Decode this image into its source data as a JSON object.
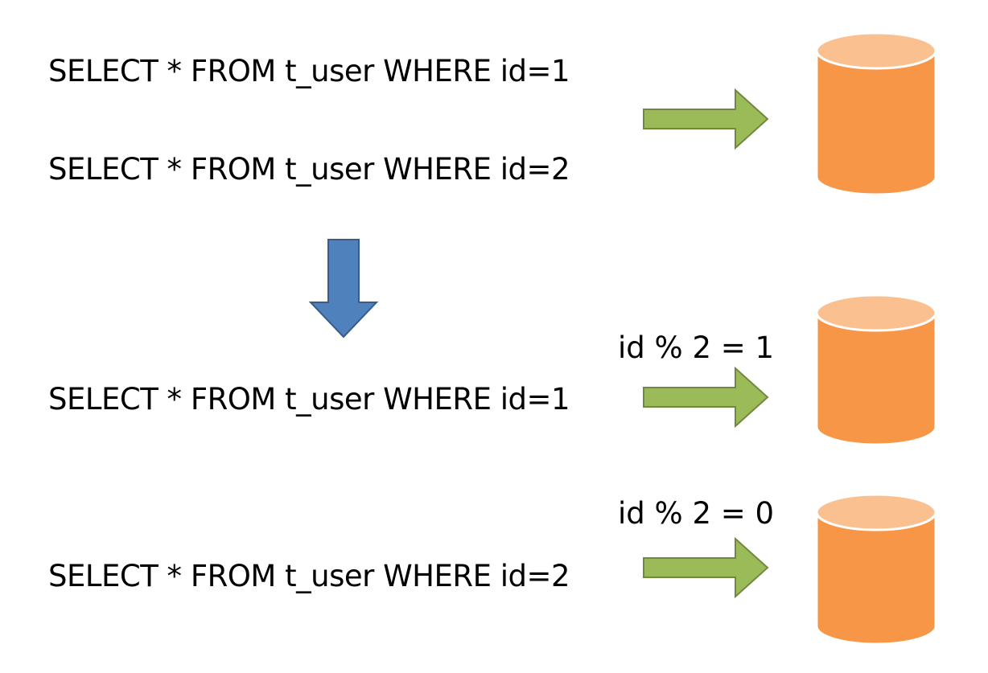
{
  "before": {
    "queries": [
      "SELECT * FROM t_user WHERE id=1",
      "SELECT * FROM t_user WHERE id=2"
    ]
  },
  "after": {
    "routes": [
      {
        "query": "SELECT * FROM t_user WHERE id=1",
        "rule": "id % 2 = 1"
      },
      {
        "query": "SELECT * FROM t_user WHERE id=2",
        "rule": "id % 2 = 0"
      }
    ]
  },
  "colors": {
    "arrow_right_fill": "#9bbb59",
    "arrow_right_stroke": "#71893f",
    "arrow_down_fill": "#4f81bd",
    "arrow_down_stroke": "#385d8a",
    "db_body": "#f79646",
    "db_top": "#fac090",
    "db_edge": "#ffffff"
  },
  "icons": {
    "database": "database-cylinder-icon",
    "route_arrow": "arrow-right-icon",
    "transform_arrow": "arrow-down-icon"
  }
}
